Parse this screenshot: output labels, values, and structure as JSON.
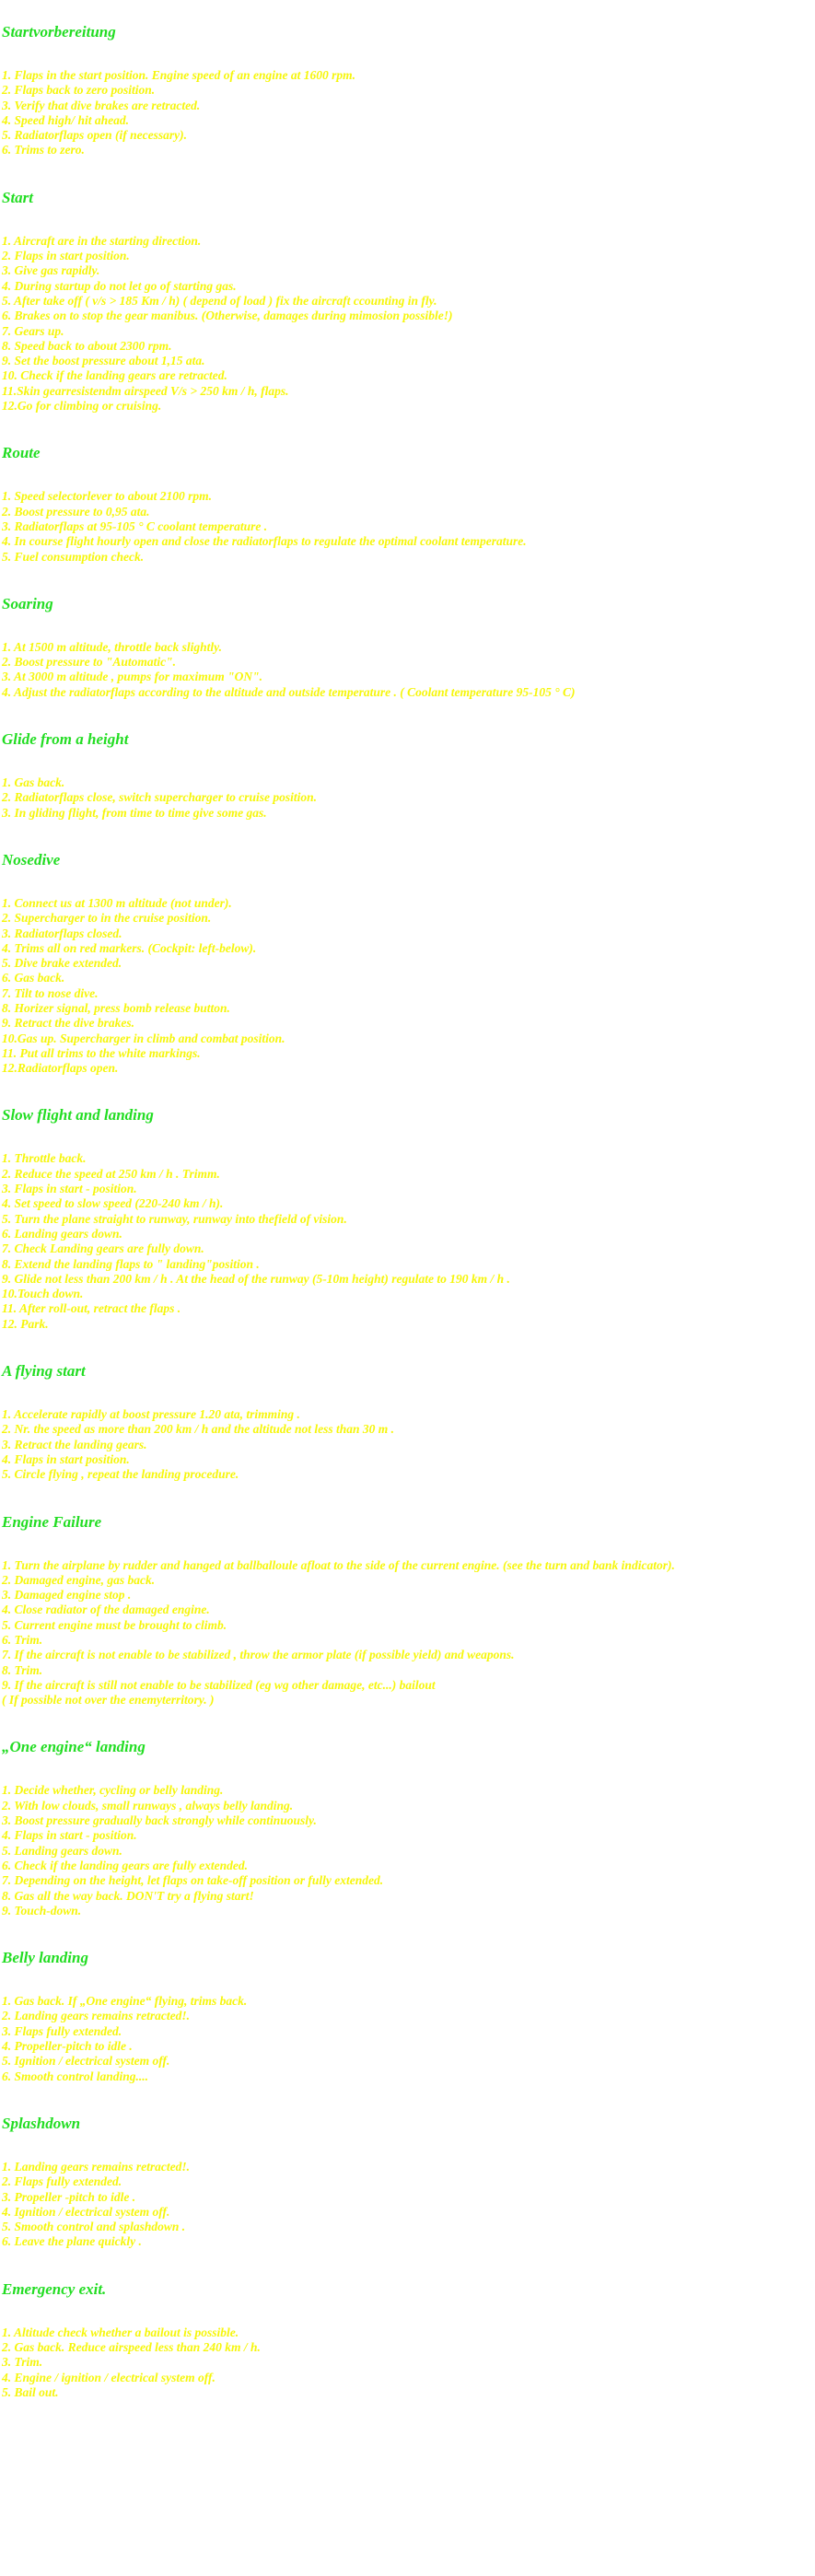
{
  "sections": [
    {
      "heading": "Startvorbereitung",
      "items": [
        "1. Flaps in the start position. Engine speed of an engine at 1600 rpm.",
        "2. Flaps back to zero position.",
        "3. Verify that dive  brakes are retracted.",
        "4. Speed  high/ hit ahead.",
        "5. Radiatorflaps open (if necessary).",
        "6. Trims to zero."
      ]
    },
    {
      "heading": "Start",
      "items": [
        "1. Aircraft are in the starting direction.",
        "2. Flaps in start position.",
        "3. Give  gas rapidly.",
        "4. During startup  do not let go of starting gas.",
        "5. After take off   ( v/s  > 185 Km / h) ( depend of load ) fix the aircraft ccounting in fly.",
        "6. Brakes on to stop  the gear manibus. (Otherwise, damages during mimosion possible!)",
        "7. Gears up.",
        "8. Speed  back to about 2300 rpm.",
        "9. Set the boost pressure about 1,15 ata.",
        "10. Check if  the landing gears  are retracted.",
        "11.Skin gearresistendm  airspeed V/s  > 250 km / h, flaps.",
        "12.Go for climbing or cruising."
      ]
    },
    {
      "heading": "Route",
      "items": [
        "1. Speed selectorlever to about 2100 rpm.",
        "2. Boost pressure to 0,95 ata.",
        "3. Radiatorflaps at  95-105 ° C coolant temperature .",
        "4. In course flight hourly open  and close the radiatorflaps to regulate the optimal  coolant temperature.",
        "5. Fuel consumption check."
      ]
    },
    {
      "heading": "Soaring",
      "items": [
        "1. At 1500 m altitude,  throttle back slightly.",
        "2. Boost pressure to \"Automatic\".",
        "3. At 3000 m altitude , pumps for maximum \"ON\".",
        "4. Adjust the radiatorflaps according to the altitude and outside temperature . ( Coolant temperature 95-105 ° C)"
      ]
    },
    {
      "heading": "Glide from a height",
      "items": [
        "1. Gas back.",
        "2. Radiatorflaps close, switch  supercharger to cruise position.",
        "3. In gliding flight, from time to time give some gas."
      ]
    },
    {
      "heading": "Nosedive",
      "items": [
        "1. Connect us at 1300 m altitude (not under).",
        "2. Supercharger to in  the cruise position.",
        "3. Radiatorflaps closed.",
        "4. Trims  all on red markers. (Cockpit: left-below).",
        "5. Dive brake extended.",
        "6. Gas back.",
        "7. Tilt to nose dive.",
        "8. Horizer signal, press bomb release button.",
        "9. Retract the dive brakes.",
        "10.Gas up. Supercharger in climb and combat position.",
        "11. Put  all  trims to the white markings.",
        "12.Radiatorflaps open."
      ]
    },
    {
      "heading": "Slow flight and landing",
      "items": [
        "1. Throttle back.",
        "2. Reduce the speed  at 250 km / h . Trimm.",
        "3. Flaps in  start - position.",
        "4. Set speed to slow speed (220-240 km / h).",
        "5. Turn the plane straight to runway, runway into thefield of vision.",
        "6. Landing gears down.",
        "7. Check Landing gears  are fully down.",
        "8. Extend the landing flaps to  \" landing\"position .",
        "9. Glide not less than 200 km / h . At the head  of the runway (5-10m height)  regulate to 190 km / h .",
        "10.Touch down.",
        "11. After roll-out,  retract the flaps .",
        "12. Park."
      ]
    },
    {
      "heading": "A flying start",
      "items": [
        "1. Accelerate rapidly  at  boost pressure 1.20 ata, trimming .",
        "2. Nr.  the speed as more than 200 km / h and the altitude not less than 30 m .",
        "3. Retract the landing gears.",
        "4. Flaps  in  start position.",
        "5. Circle flying , repeat the landing procedure."
      ]
    },
    {
      "heading": "Engine Failure",
      "items": [
        "1. Turn the airplane by rudder and hanged at ballballoule  afloat to the side of the current engine. (see the turn and bank indicator).",
        "2. Damaged engine,  gas back.",
        "3. Damaged  engine stop .",
        "4. Close radiator  of the damaged engine.",
        "5. Current engine must be brought to climb.",
        "6. Trim.",
        "7. If the aircraft is not enable to be stabilized ,  throw the armor plate (if possible yield) and weapons.",
        "8. Trim.",
        "9. If the aircraft is still  not enable to be stabilized  (eg wg other damage, etc...) bailout",
        "     ( If possible not over the enemyterritory. )"
      ]
    },
    {
      "heading": "„One engine“ landing",
      "items": [
        "1. Decide whether, cycling or belly landing.",
        "2. With low clouds,  small  runways , always belly landing.",
        "3. Boost pressure gradually back strongly while continuously.",
        "4. Flaps in start - position.",
        "5. Landing gears  down.",
        "6. Check if the landing gears are fully extended.",
        "7. Depending on the height, let flaps on take-off position or fully extended.",
        "8. Gas all the way back.  DON'T  try a flying start!",
        "9. Touch-down."
      ]
    },
    {
      "heading": "Belly landing",
      "items": [
        "1. Gas back. If „One engine“ flying, trims back.",
        "2. Landing gears remains retracted!.",
        "3. Flaps fully extended.",
        "4. Propeller-pitch to idle .",
        "5. Ignition / electrical system off.",
        "6. Smooth control  landing...."
      ]
    },
    {
      "heading": "Splashdown",
      "items": [
        "1. Landing gears remains retracted!.",
        "2. Flaps fully extended.",
        "3. Propeller -pitch to idle .",
        "4. Ignition / electrical system off.",
        "5. Smooth control and splashdown .",
        "6. Leave the plane quickly ."
      ]
    },
    {
      "heading": "Emergency exit.",
      "items": [
        "1. Altitude check whether a bailout is  possible.",
        "2. Gas back. Reduce airspeed less than 240 km / h.",
        "3. Trim.",
        "4. Engine / ignition / electrical system off.",
        "5. Bail out."
      ]
    }
  ]
}
